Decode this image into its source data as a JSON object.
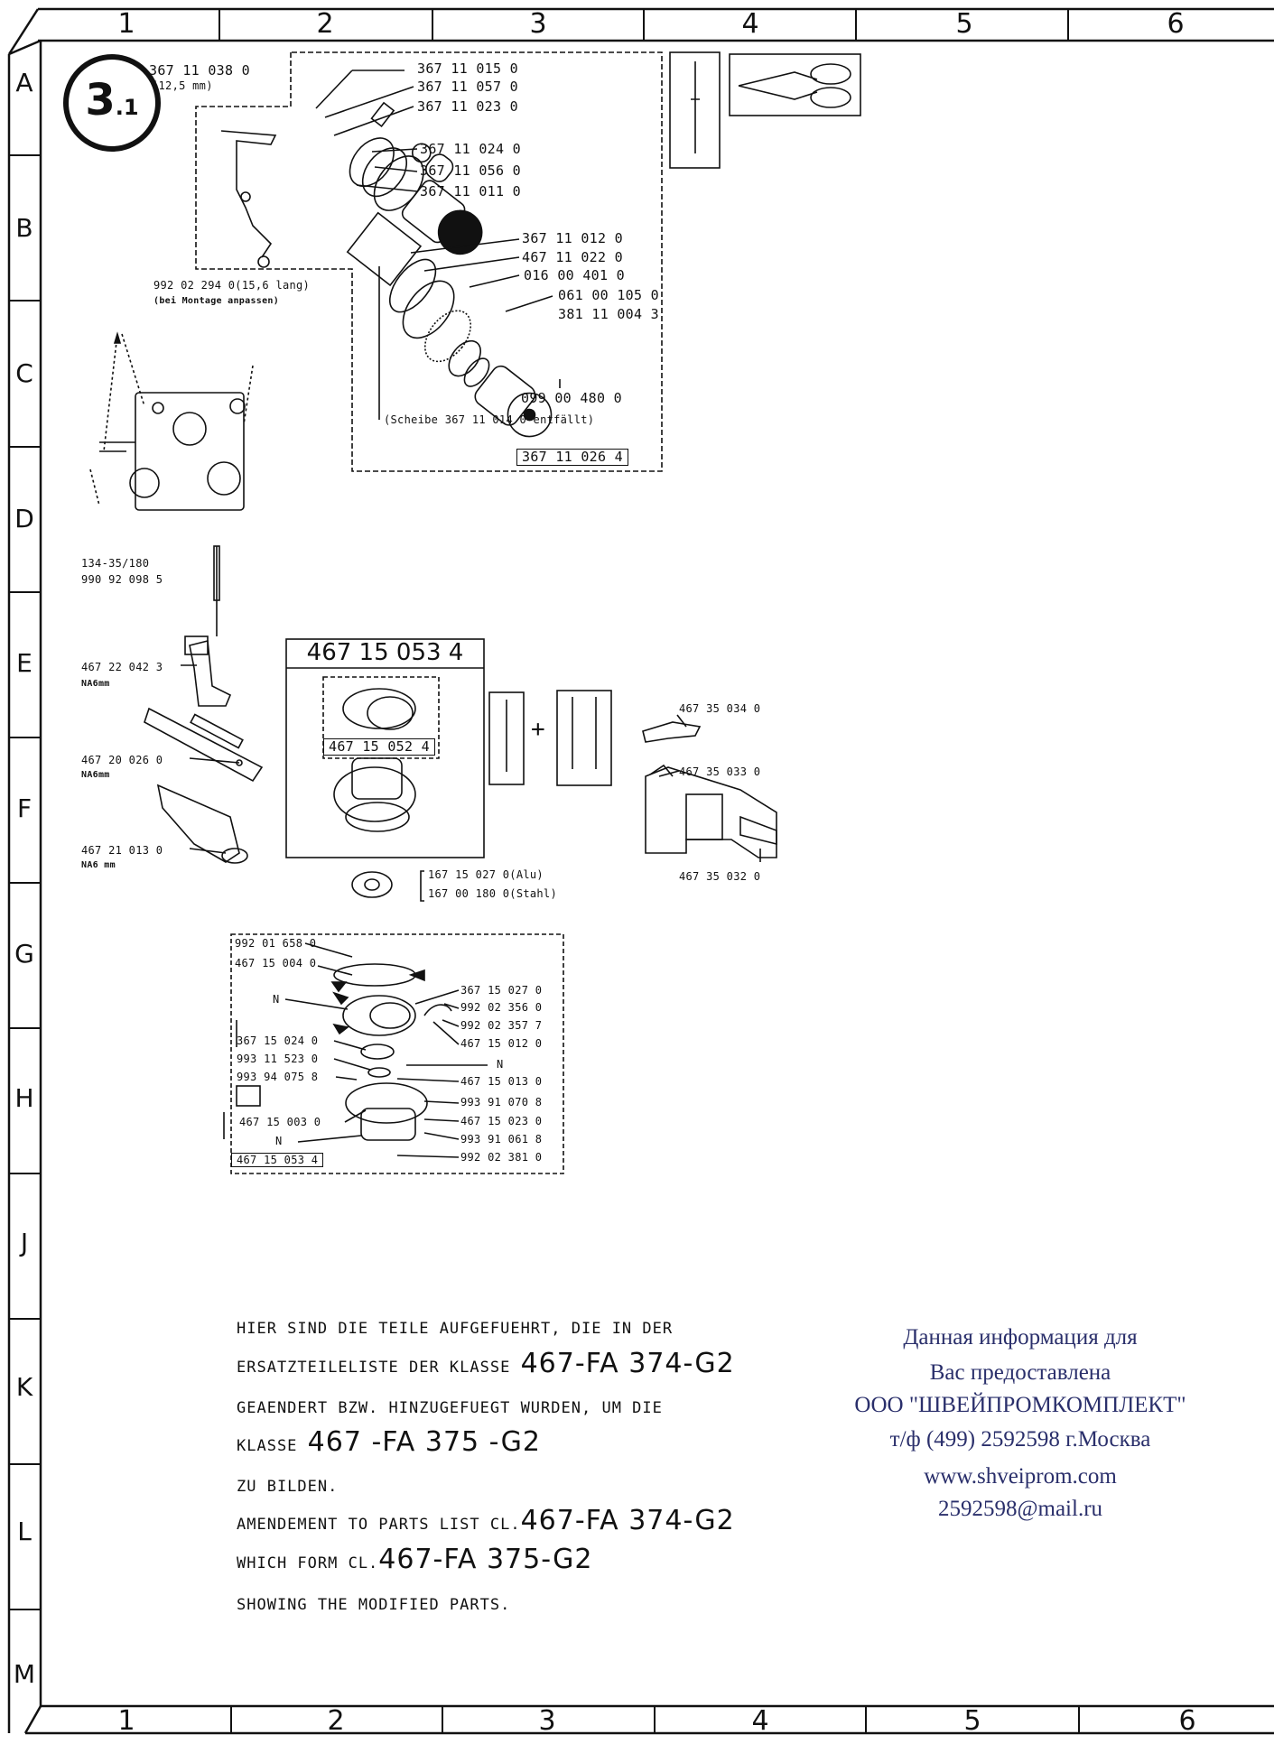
{
  "columns": [
    "1",
    "2",
    "3",
    "4",
    "5",
    "6"
  ],
  "rows": [
    "A",
    "B",
    "C",
    "D",
    "E",
    "F",
    "G",
    "H",
    "J",
    "K",
    "L",
    "M"
  ],
  "section_number": "3",
  "section_sub": ".1",
  "parts_top": {
    "p1": "367 11 038 0",
    "p1_note": "(12,5 mm)",
    "p2": "367 11 015 0",
    "p3": "367 11 057 0",
    "p4": "367 11 023 0",
    "p5": "367 11 024 0",
    "p6": "367 11 056 0",
    "p7": "367 11 011 0",
    "p8": "367 11 012 0",
    "p9": "467 11 022 0",
    "p10": "016 00 401 0",
    "p11": "061 00 105 0",
    "p12": "381 11 004 3",
    "p13": "099 00 480 0",
    "screw": "992 02 294 0(15,6 lang)",
    "screw_note": "(bei Montage anpassen)",
    "scheibe": "(Scheibe 367 11 014 0 entfällt)",
    "assembly": "367 11 026 4"
  },
  "parts_left": {
    "needle_a": "134-35/180",
    "needle_b": "990 92 098 5",
    "foot": "467 22 042 3",
    "foot_note": "NA6mm",
    "plate": "467 20 026 0",
    "plate_note": "NA6mm",
    "feed": "467 21 013 0",
    "feed_note": "NA6 mm"
  },
  "parts_mid": {
    "hook_assembly": "467 15 053 4",
    "hook_sub": "467 15 052 4",
    "bobbin_alu": "167 15 027 0(Alu)",
    "bobbin_steel": "167 00 180 0(Stahl)",
    "plus": "+"
  },
  "parts_right": {
    "r1": "467 35 034 0",
    "r2": "467 35 033 0",
    "r3": "467 35 032 0"
  },
  "parts_hook": {
    "h1": "992 01 658 0",
    "h2": "467 15 004 0",
    "h3": "367 15 027 0",
    "h4": "992 02 356 0",
    "h5": "992 02 357 7",
    "h6": "467 15 012 0",
    "h7": "367 15 024 0",
    "h8": "993 11 523 0",
    "h9": "993 94 075 8",
    "h10": "467 15 013 0",
    "h11": "993 91 070 8",
    "h12": "467 15 003 0",
    "h13": "467 15 023 0",
    "h14": "993 91 061 8",
    "h15": "992 02 381 0",
    "h_box": "467 15 053 4",
    "n": "N"
  },
  "note": {
    "l1": "HIER SIND DIE TEILE AUFGEFUEHRT, DIE IN DER",
    "l2a": "ERSATZTEILELISTE DER KLASSE",
    "l2b": "467-FA 374-G2",
    "l3": "GEAENDERT BZW. HINZUGEFUEGT WURDEN, UM DIE",
    "l4a": "KLASSE",
    "l4b": "467 -FA 375 -G2",
    "l5": "ZU BILDEN.",
    "l6a": "AMENDEMENT TO PARTS LIST CL.",
    "l6b": "467-FA 374-G2",
    "l7a": "WHICH FORM CL.",
    "l7b": "467-FA 375-G2",
    "l8": "SHOWING THE MODIFIED PARTS."
  },
  "russian": {
    "l1": "Данная информация для",
    "l2": "Вас предоставлена",
    "l3": "ООО \"ШВЕЙПРОМКОМПЛЕКТ\"",
    "l4": "т/ф (499) 2592598 г.Москва",
    "l5": "www.shveiprom.com",
    "l6": "2592598@mail.ru"
  }
}
